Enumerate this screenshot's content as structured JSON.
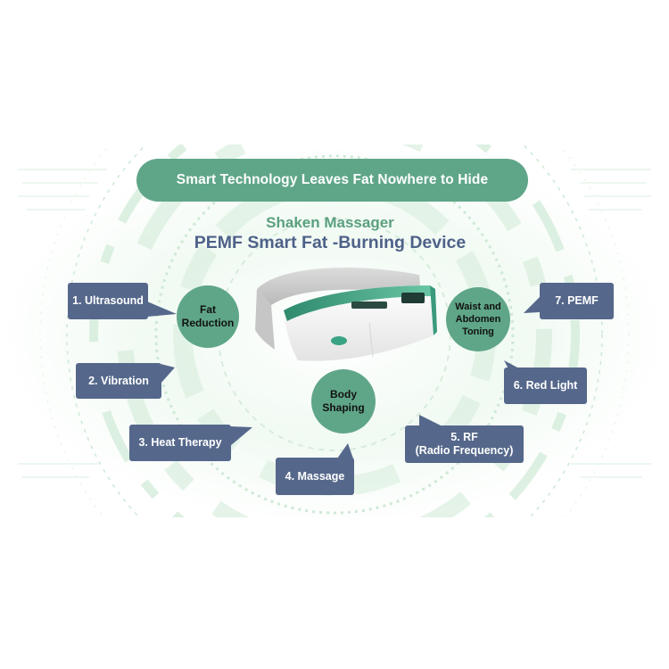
{
  "banner": {
    "text": "Smart Technology Leaves Fat Nowhere to Hide"
  },
  "brand": {
    "name": "Shaken Massager"
  },
  "product": {
    "title": "PEMF Smart Fat  -Burning Device"
  },
  "benefits": {
    "fat_reduction": "Fat\nReduction",
    "body_shaping": "Body\nShaping",
    "waist_toning": "Waist and\nAbdomen\nToning"
  },
  "features": [
    {
      "label": "1. Ultrasound"
    },
    {
      "label": "2. Vibration"
    },
    {
      "label": "3. Heat Therapy"
    },
    {
      "label": "4. Massage"
    },
    {
      "label": "5. RF\n(Radio Frequency)"
    },
    {
      "label": "6. Red Light"
    },
    {
      "label": "7. PEMF"
    }
  ],
  "colors": {
    "green": "#5fa688",
    "navy": "#55688b",
    "title_blue": "#4e6188",
    "bg_green": "#d8efdd"
  }
}
